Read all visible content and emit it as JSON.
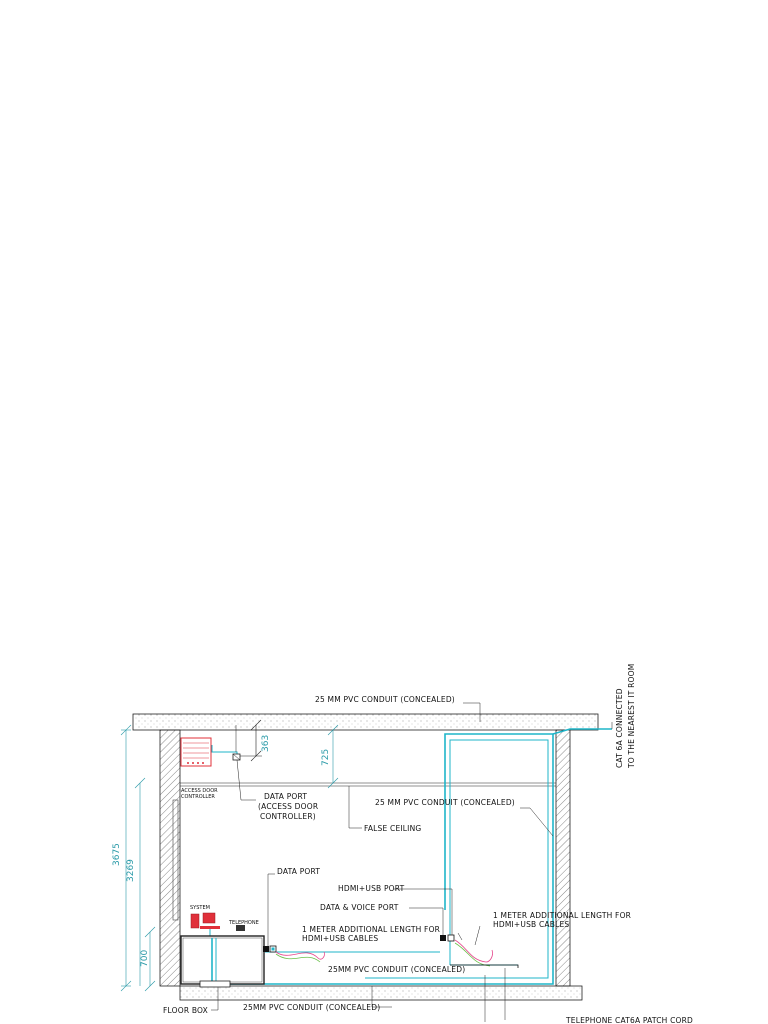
{
  "labels": {
    "conduit_top": "25 MM PVC CONDUIT (CONCEALED)",
    "conduit_right": "25 MM PVC CONDUIT (CONCEALED)",
    "cat6a_line1": "CAT 6A CONNECTED",
    "cat6a_line2": "TO THE NEAREST IT ROOM",
    "access_door_controller_1": "ACCESS DOOR",
    "access_door_controller_2": "CONTROLLER",
    "data_port_acc_1": "DATA PORT",
    "data_port_acc_2": "(ACCESS DOOR",
    "data_port_acc_3": "CONTROLLER)",
    "false_ceiling": "FALSE CEILING",
    "data_port": "DATA PORT",
    "hdmi_usb_port": "HDMI+USB PORT",
    "data_voice_port": "DATA & VOICE PORT",
    "extra_len_left_1": "1 METER ADDITIONAL LENGTH FOR",
    "extra_len_left_2": "HDMI+USB CABLES",
    "extra_len_right_1": "1 METER ADDITIONAL LENGTH FOR",
    "extra_len_right_2": "HDMI+USB CABLES",
    "conduit_mid": "25MM PVC CONDUIT (CONCEALED)",
    "conduit_bottom": "25MM PVC CONDUIT (CONCEALED)",
    "system": "SYSTEM",
    "telephone": "TELEPHONE",
    "floor_box": "FLOOR BOX",
    "telephone_patch": "TELEPHONE CAT6A PATCH CORD"
  },
  "dimensions": {
    "d363": "363",
    "d725": "725",
    "d3675": "3675",
    "d3269": "3269",
    "d700": "700"
  },
  "colors": {
    "conduit": "#1fb5c9",
    "dimension": "#2a9aa8",
    "equipment": "#e0303a",
    "cable_pink": "#e64a8f",
    "cable_green": "#6ac04a"
  }
}
